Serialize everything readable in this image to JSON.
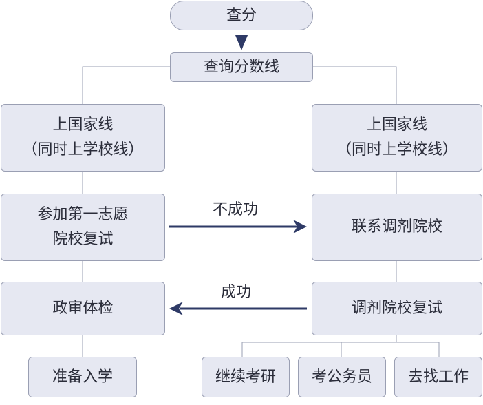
{
  "nodes": {
    "check_score": "查分",
    "check_cutoff": "查询分数线",
    "left_national": {
      "line1": "上国家线",
      "line2": "（同时上学校线）"
    },
    "right_national": {
      "line1": "上国家线",
      "line2": "（同时上学校线）"
    },
    "first_choice": {
      "line1": "参加第一志愿",
      "line2": "院校复试"
    },
    "contact_transfer": "联系调剂院校",
    "political_exam": "政审体检",
    "transfer_retest": "调剂院校复试",
    "prepare_enroll": "准备入学",
    "continue_exam": "继续考研",
    "civil_service": "考公务员",
    "find_job": "去找工作"
  },
  "edges": {
    "fail_label": "不成功",
    "success_label": "成功"
  },
  "colors": {
    "node_fill": "#e6e8f2",
    "node_border": "#9a9fb3",
    "arrow": "#2e3a66",
    "connector": "#9a9fb3",
    "text": "#2b2d3a"
  }
}
